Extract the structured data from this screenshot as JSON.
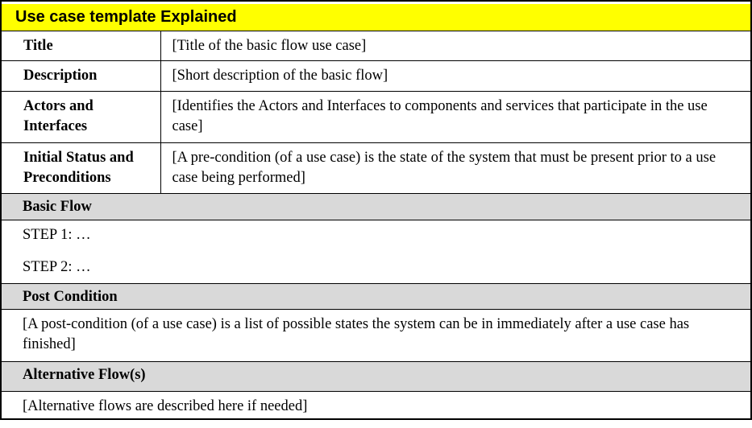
{
  "table": {
    "header": {
      "title": "Use case template Explained"
    },
    "field_rows": [
      {
        "label": "Title",
        "value": "[Title of the basic flow use case]"
      },
      {
        "label": "Description",
        "value": "[Short description of the basic flow]"
      },
      {
        "label": "Actors and Interfaces",
        "value": "[Identifies the Actors and Interfaces to components and services that participate in the use case]"
      },
      {
        "label": "Initial Status and Preconditions",
        "value": "[A pre-condition (of a use case) is the state of the system that must be present prior to a use case being performed]"
      }
    ],
    "sections": [
      {
        "heading": "Basic Flow",
        "paragraphs": [
          "STEP 1: …",
          "STEP 2: …"
        ]
      },
      {
        "heading": "Post Condition",
        "paragraphs": [
          "[A post-condition (of a use case) is a list of possible states the system can be in immediately after a use case has finished]"
        ]
      },
      {
        "heading": "Alternative Flow(s)",
        "paragraphs": [
          "[Alternative flows are described here if needed]"
        ]
      }
    ],
    "colors": {
      "header_bg": "#FFFF00",
      "section_bg": "#D9D9D9",
      "border": "#000000",
      "text": "#000000"
    }
  }
}
